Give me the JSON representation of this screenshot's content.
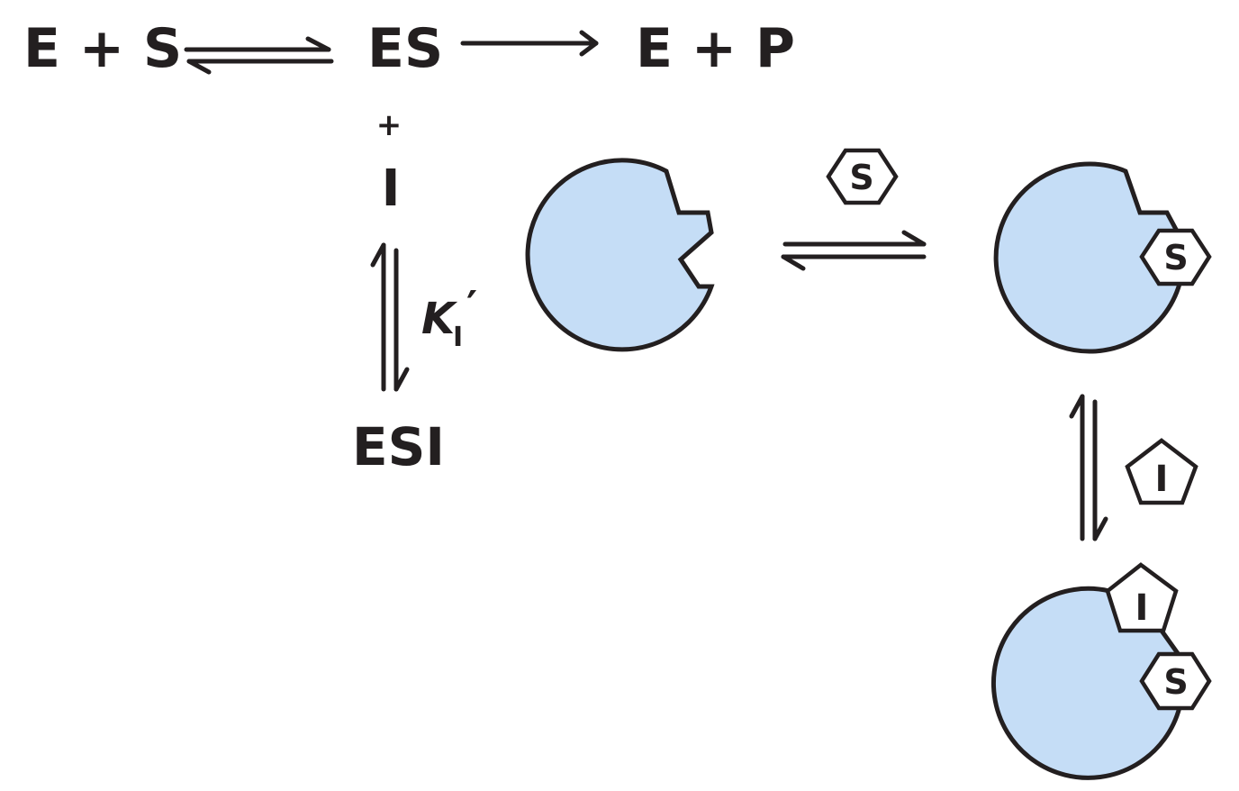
{
  "scheme": {
    "reactants": "E + S",
    "complex": "ES",
    "products": "E + P",
    "plus": "+",
    "inhibitor": "I",
    "constant_main": "K",
    "constant_sub": "I",
    "constant_prime": "′",
    "ternary": "ESI"
  },
  "cartoon": {
    "substrate_label": "S",
    "inhibitor_label": "I"
  },
  "colors": {
    "enzyme_fill": "#c5ddf6",
    "outline": "#231f20"
  },
  "icons": {
    "substrate": "hexagon",
    "inhibitor": "pentagon"
  }
}
